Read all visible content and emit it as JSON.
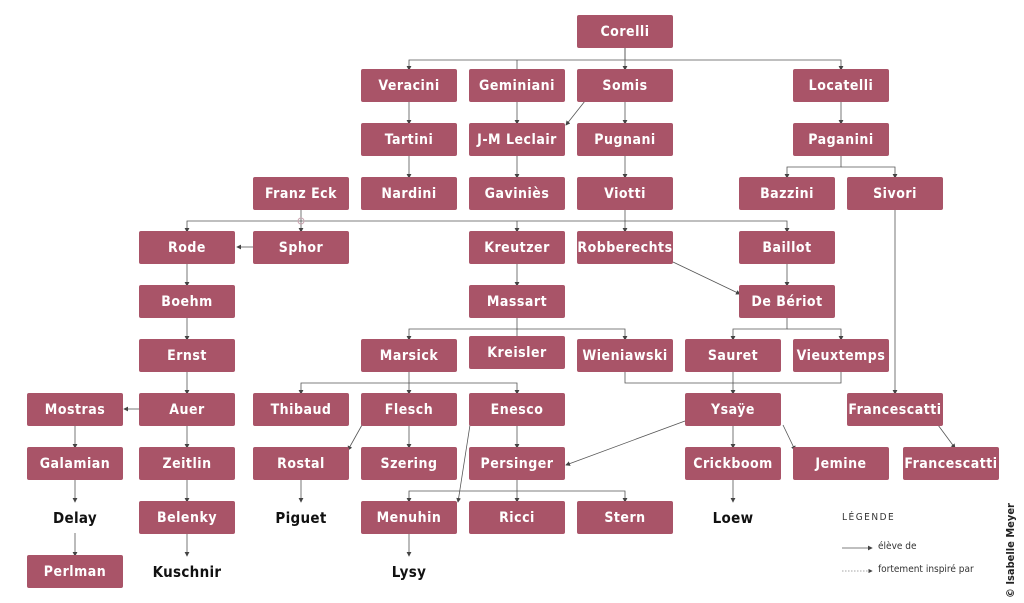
{
  "nodes": {
    "corelli": "Corelli",
    "veracini": "Veracini",
    "geminiani": "Geminiani",
    "somis": "Somis",
    "locatelli": "Locatelli",
    "tartini": "Tartini",
    "jmleclair": "J-M Leclair",
    "pugnani": "Pugnani",
    "paganini": "Paganini",
    "franzeck": "Franz Eck",
    "nardini": "Nardini",
    "gavinies": "Gaviniès",
    "viotti": "Viotti",
    "bazzini": "Bazzini",
    "sivori": "Sivori",
    "rode": "Rode",
    "sphor": "Sphor",
    "kreutzer": "Kreutzer",
    "robberechts": "Robberechts",
    "baillot": "Baillot",
    "boehm": "Boehm",
    "massart": "Massart",
    "deberiot": "De Bériot",
    "ernst": "Ernst",
    "marsick": "Marsick",
    "kreisler": "Kreisler",
    "wieniawski": "Wieniawski",
    "sauret": "Sauret",
    "vieuxtemps": "Vieuxtemps",
    "mostras": "Mostras",
    "auer": "Auer",
    "thibaud": "Thibaud",
    "flesch": "Flesch",
    "enesco": "Enesco",
    "ysaye": "Ysaÿe",
    "francescatti1": "Francescatti",
    "galamian": "Galamian",
    "zeitlin": "Zeitlin",
    "rostal": "Rostal",
    "szering": "Szering",
    "persinger": "Persinger",
    "crickboom": "Crickboom",
    "jemine": "Jemine",
    "francescatti2": "Francescatti",
    "belenky": "Belenky",
    "menuhin": "Menuhin",
    "ricci": "Ricci",
    "stern": "Stern",
    "perlman": "Perlman"
  },
  "plain_nodes": {
    "delay": "Delay",
    "piguet": "Piguet",
    "loew": "Loew",
    "kuschnir": "Kuschnir",
    "lysy": "Lysy"
  },
  "legend": {
    "title": "LÉGENDE",
    "student": "élève de",
    "inspired": "fortement inspiré par"
  },
  "credit": "© Isabelle Meyer",
  "colors": {
    "node_fill": "#a95468",
    "node_text": "#ffffff",
    "edge": "#555555"
  }
}
